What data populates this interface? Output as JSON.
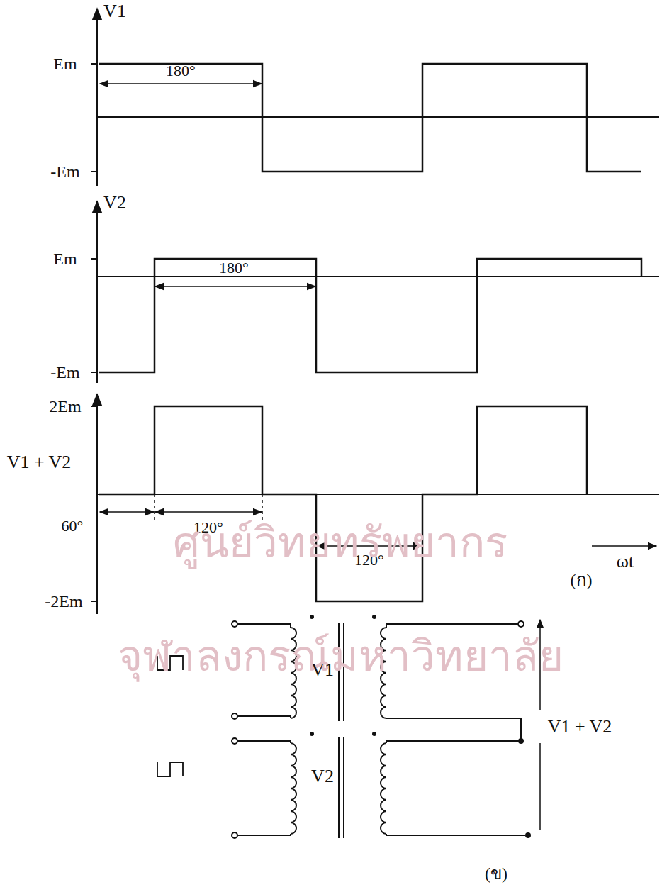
{
  "diagram": {
    "labels": [
      "V1",
      "Em",
      "180°",
      "-Em",
      "V2",
      "Em",
      "180°",
      "-Em",
      "2Em",
      "V1 + V2",
      "60°",
      "120°",
      "120°",
      "-2Em",
      "ωt",
      "(ก)",
      "ศูนย์วิทยทรัพยากร",
      "จุฬาลงกรณ์มหาวิทยาลัย",
      "V1",
      "V2",
      "V1 + V2",
      "(ข)"
    ]
  }
}
